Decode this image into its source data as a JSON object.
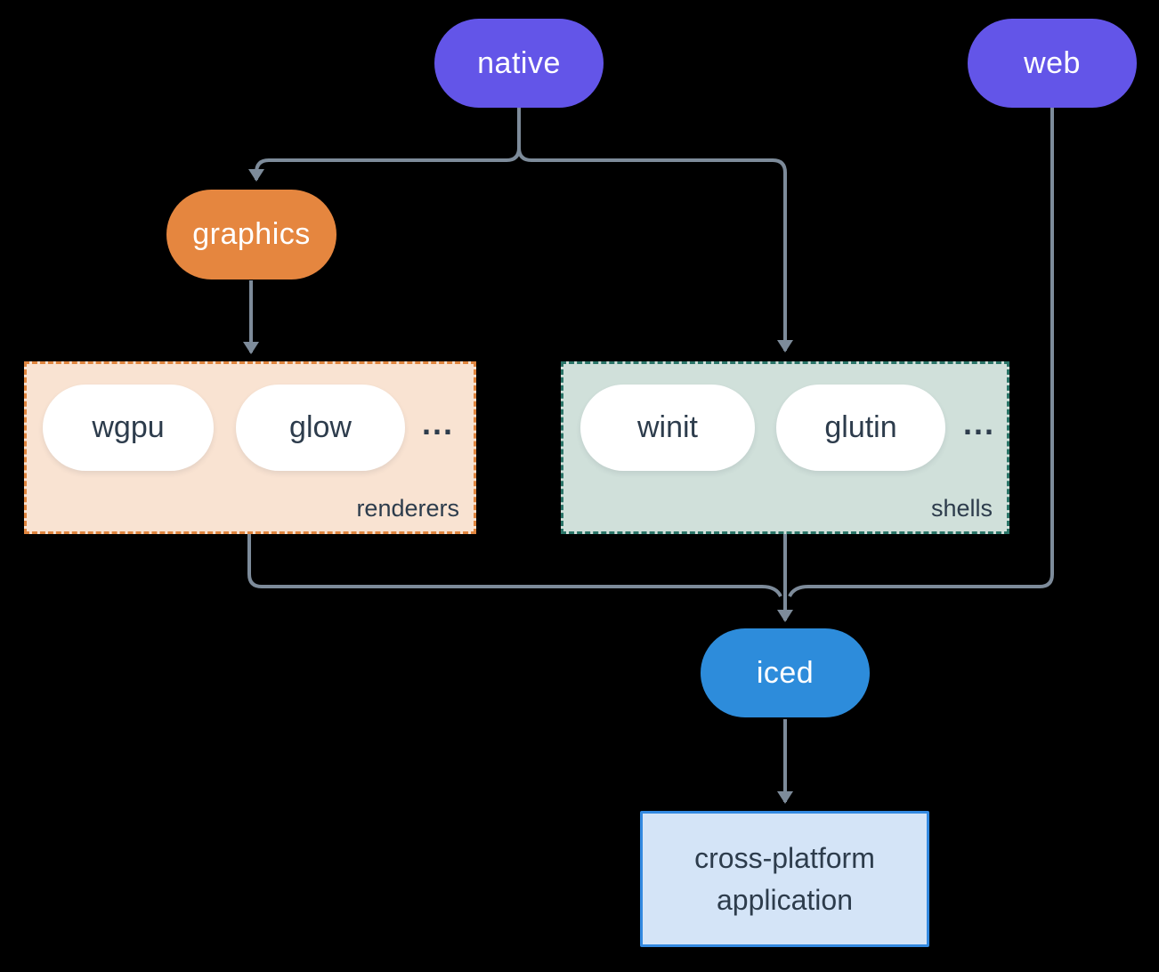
{
  "nodes": {
    "native": {
      "label": "native",
      "color": "#6355e8"
    },
    "web": {
      "label": "web",
      "color": "#6355e8"
    },
    "graphics": {
      "label": "graphics",
      "color": "#e5863f"
    },
    "iced": {
      "label": "iced",
      "color": "#2d8cdb"
    },
    "application": {
      "line1": "cross-platform",
      "line2": "application",
      "fill": "#d4e4f7",
      "border": "#3389e0"
    }
  },
  "groups": {
    "renderers": {
      "label": "renderers",
      "items": [
        "wgpu",
        "glow"
      ],
      "more": "...",
      "fill": "#f9e3d2",
      "border": "#e0853e"
    },
    "shells": {
      "label": "shells",
      "items": [
        "winit",
        "glutin"
      ],
      "more": "...",
      "fill": "#d0e0da",
      "border": "#2a7568"
    }
  },
  "edges": [
    {
      "from": "native",
      "to": "graphics"
    },
    {
      "from": "native",
      "to": "shells"
    },
    {
      "from": "graphics",
      "to": "renderers"
    },
    {
      "from": "renderers",
      "to": "iced"
    },
    {
      "from": "shells",
      "to": "iced"
    },
    {
      "from": "web",
      "to": "iced"
    },
    {
      "from": "iced",
      "to": "application"
    }
  ],
  "colors": {
    "background": "#000000",
    "connector": "#7d8b9a",
    "dark_text": "#2d3c4c",
    "pill_text": "#ffffff"
  }
}
